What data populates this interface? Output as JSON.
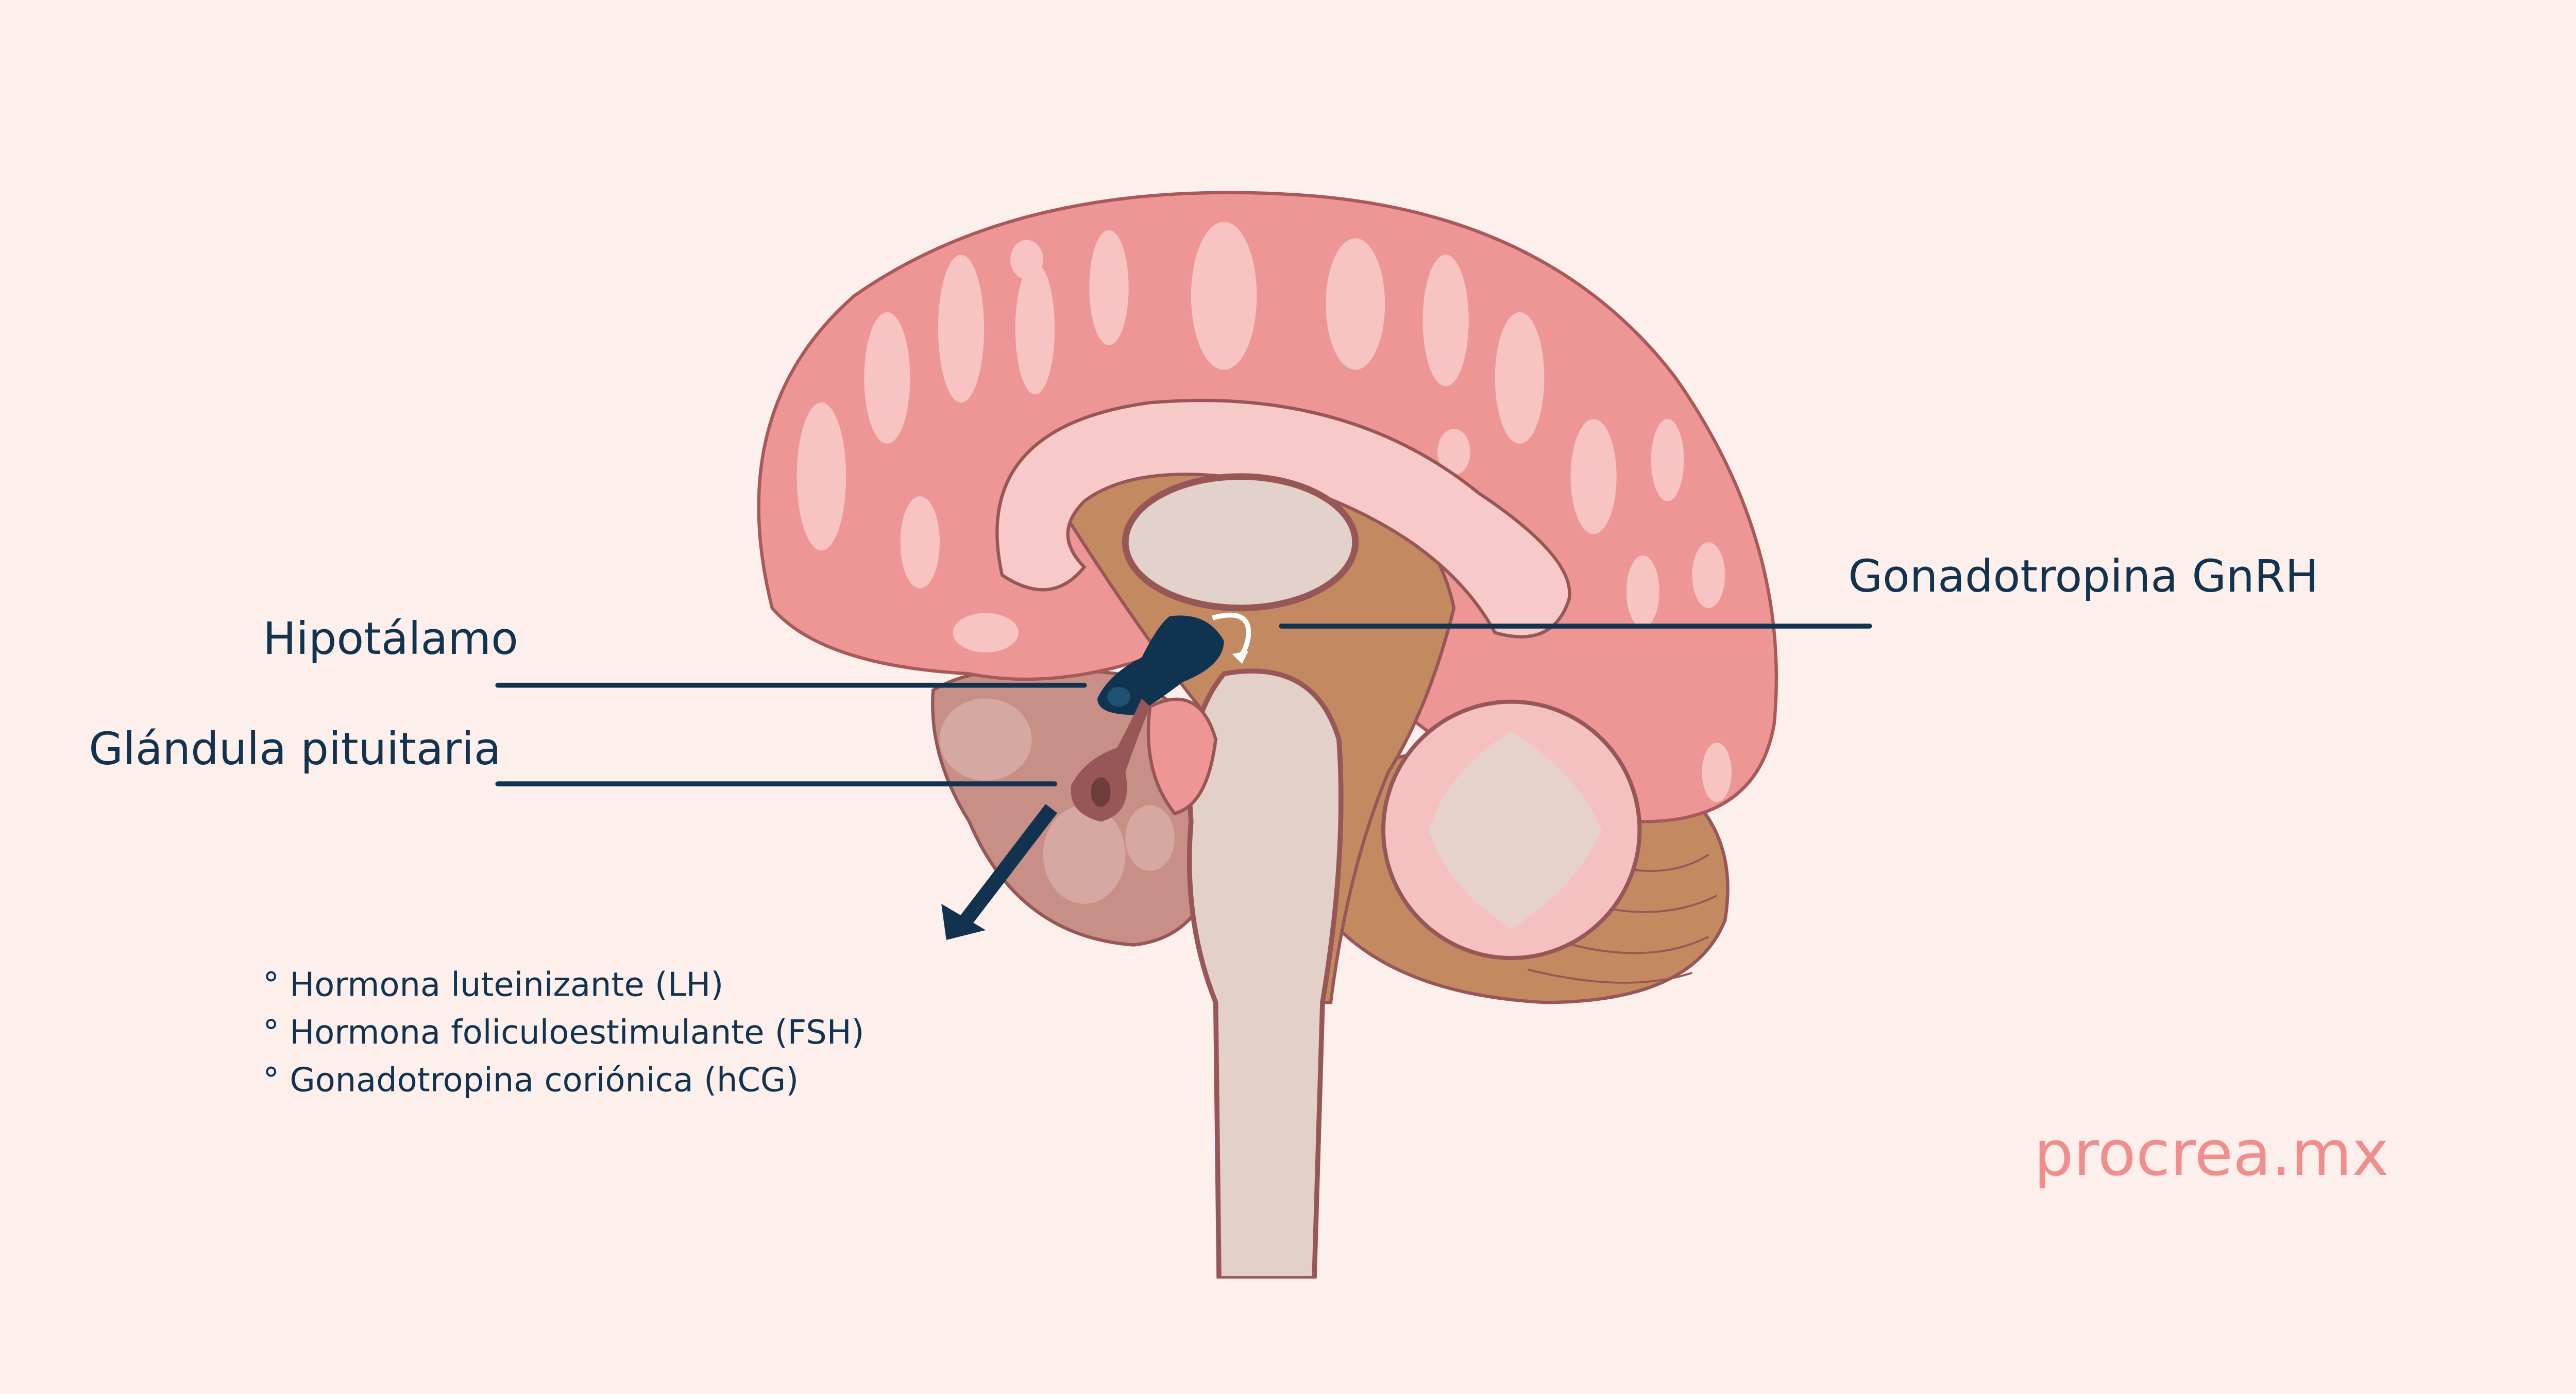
{
  "labels": {
    "hypothalamus": "Hipotálamo",
    "pituitary": "Glándula pituitaria",
    "gnrh": "Gonadotropina GnRH"
  },
  "hormones": [
    "° Hormona luteinizante (LH)",
    "° Hormona foliculoestimulante (FSH)",
    "° Gonadotropina coriónica (hCG)"
  ],
  "brand": "procrea.mx",
  "colors": {
    "background": "#fdf0ec",
    "label": "#12334f",
    "cerebrum": "#ee9696",
    "hypothalamus": "#10344f",
    "pituitary": "#985757",
    "brand": "#f08e8e"
  }
}
